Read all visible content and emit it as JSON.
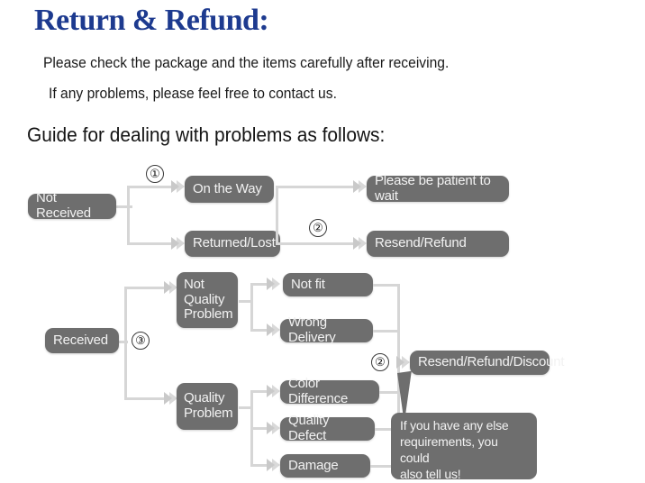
{
  "header": {
    "title": "Return & Refund:",
    "title_color": "#1d3a8f",
    "lead_line_1": "Please check the package and the items carefully after receiving.",
    "lead_line_2": "If any problems, please feel free to contact us.",
    "guide_heading": "Guide for dealing with problems as follows:"
  },
  "theme": {
    "node_fill": "#6e6e6e",
    "node_text": "#f2f2f2",
    "connector": "#d6d6d6",
    "page_background": "#ffffff"
  },
  "flowchart": {
    "type": "decision-tree",
    "nodes": {
      "not_received": "Not Received",
      "on_the_way": "On the Way",
      "returned_lost": "Returned/Lost",
      "please_wait": "Please be patient to wait",
      "resend_refund": "Resend/Refund",
      "received": "Received",
      "not_quality_problem": "Not\nQuality\nProblem",
      "quality_problem": "Quality\nProblem",
      "not_fit": "Not fit",
      "wrong_delivery": "Wrong Delivery",
      "color_difference": "Color Difference",
      "quality_defect": "Quality Defect",
      "damage": "Damage",
      "resend_refund_discount": "Resend/Refund/Discount"
    },
    "steps": {
      "one": "①",
      "two_top": "②",
      "three": "③",
      "two_bottom": "②"
    },
    "callout": "If you have any else\nrequirements, you could\nalso tell us!"
  }
}
